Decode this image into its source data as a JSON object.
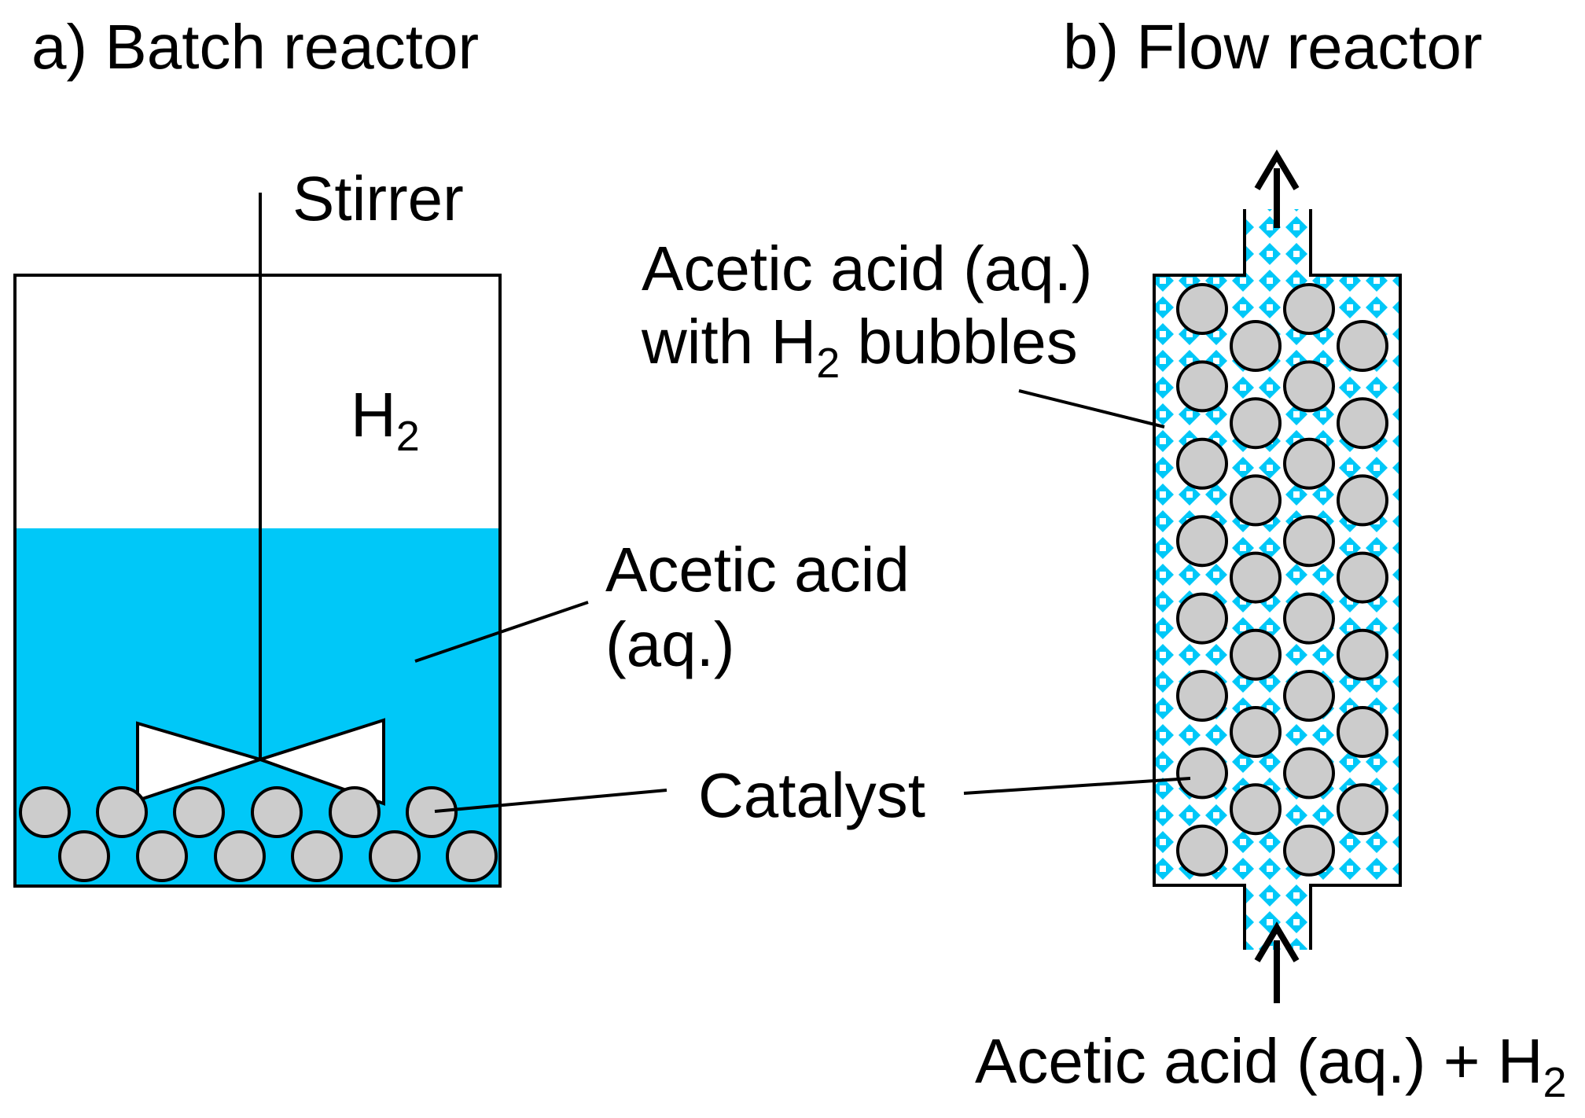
{
  "panel_a": {
    "title": "a) Batch reactor",
    "stirrer_label": "Stirrer",
    "gas_label": {
      "main": "H",
      "sub": "2"
    },
    "liquid_label": {
      "line1": "Acetic acid",
      "line2": "(aq.)"
    },
    "catalyst_label": "Catalyst"
  },
  "panel_b": {
    "title": "b) Flow reactor",
    "bed_label": {
      "line1": "Acetic acid (aq.)",
      "line2_pre": "with H",
      "line2_sub": "2",
      "line2_post": " bubbles"
    },
    "feed_label": {
      "main": "Acetic acid (aq.) + H",
      "sub": "2"
    }
  },
  "colors": {
    "liquid": "#00c8f8",
    "catalyst_fill": "#cccccc",
    "outline": "#000000",
    "background": "#ffffff"
  }
}
